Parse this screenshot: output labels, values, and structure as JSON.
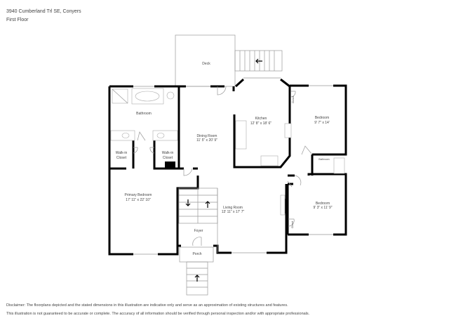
{
  "header": {
    "address": "3940 Cumberland Trl SE, Conyers",
    "floor": "First Floor"
  },
  "rooms": {
    "deck": {
      "name": "Deck"
    },
    "bathroom_primary": {
      "name": "Bathroom"
    },
    "walkin_1": {
      "name1": "Walk-in",
      "name2": "Closet"
    },
    "walkin_2": {
      "name1": "Walk-in",
      "name2": "Closet"
    },
    "dining": {
      "name": "Dining Room",
      "dims": "11' 5\" x 20' 9\""
    },
    "kitchen": {
      "name": "Kitchen",
      "dims": "12' 8\" x 18' 6\""
    },
    "bedroom_1": {
      "name": "Bedroom",
      "dims": "9' 7\" x 14'"
    },
    "bathroom_small": {
      "name": "Bathroom"
    },
    "primary_bedroom": {
      "name": "Primary Bedroom",
      "dims": "17' 11\" x 22' 10\""
    },
    "living": {
      "name": "Living Room",
      "dims": "13' 11\" x 17' 7\""
    },
    "bedroom_2": {
      "name": "Bedroom",
      "dims": "9' 3\" x 11' 9\""
    },
    "closet_1": {
      "name": "Closet"
    },
    "closet_2": {
      "name": "Closet"
    },
    "foyer": {
      "name": "Foyer"
    },
    "porch": {
      "name": "Porch"
    }
  },
  "disclaimer": {
    "line1": "Disclaimer: The floorplans depicted and the stated dimensions in this illustration are indicative only and serve as an approximation of existing structures and features.",
    "line2": "This illustration is not guaranteed to be accurate or complete. The accuracy of all information should be verified through personal inspection and/or with appropriate professionals."
  }
}
